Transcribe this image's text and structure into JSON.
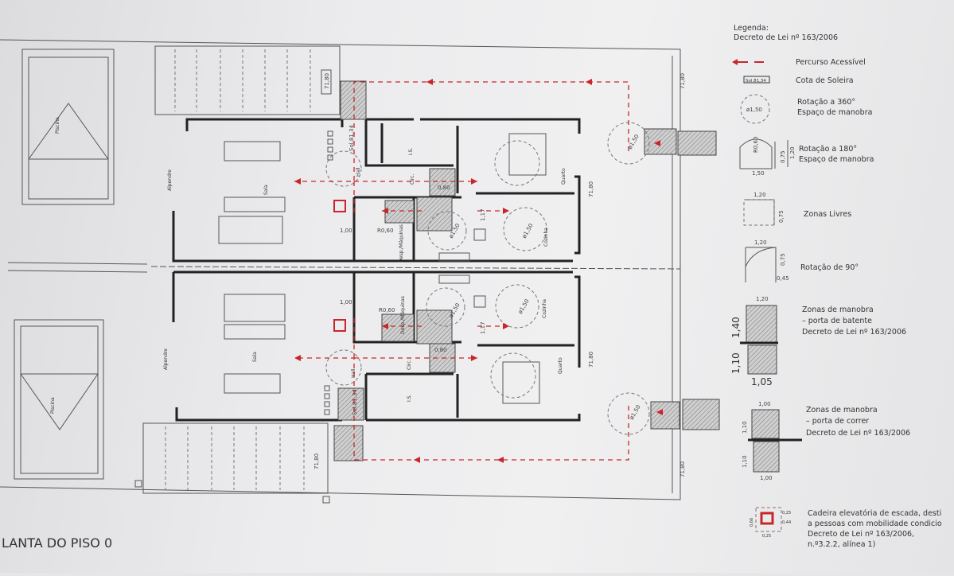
{
  "title": "LANTA DO PISO 0",
  "legend": {
    "heading": "Legenda:",
    "decree": "Decreto de Lei nº 163/2006",
    "items": [
      {
        "icon": "red-arrow-dashed-icon",
        "label": "Percurso Acessível"
      },
      {
        "icon": "soleira-tag-icon",
        "tag": "Sol.81,34",
        "label": "Cota de Soleira"
      },
      {
        "icon": "rotation-360-circle-icon",
        "dim": "ø1,50",
        "label": "Rotação a 360°",
        "sub": "Espaço de manobra"
      },
      {
        "icon": "rotation-180-icon",
        "dims": [
          "R0,60",
          "0,75",
          "1,20",
          "1,50"
        ],
        "label": "Rotação a 180°",
        "sub": "Espaço de manobra"
      },
      {
        "icon": "free-zone-icon",
        "dims": [
          "1,20",
          "0,75"
        ],
        "label": "Zonas Livres"
      },
      {
        "icon": "rotation-90-icon",
        "dims": [
          "1,20",
          "0,75",
          "0,45"
        ],
        "label": "Rotação de 90°"
      },
      {
        "icon": "hinged-door-zone-icon",
        "dims": [
          "1,20",
          "1,40",
          "1,10",
          "1,05"
        ],
        "label": "Zonas de manobra",
        "sub": "– porta de batente",
        "sub2": "Decreto de Lei nº 163/2006"
      },
      {
        "icon": "sliding-door-zone-icon",
        "dims": [
          "1,00",
          "1,10",
          "1,10",
          "1,00"
        ],
        "label": "Zonas de manobra",
        "sub": "– porta de correr",
        "sub2": "Decreto de Lei nº 163/2006"
      },
      {
        "icon": "stair-lift-chair-icon",
        "dims": [
          "0,66",
          "0,25",
          "0,44",
          "0,25"
        ],
        "label": "Cadeira elevatória de escada, desti",
        "sub": "a pessoas com mobilidade condicio",
        "sub2": "Decreto de Lei nº 163/2006,",
        "sub3": "n.º3.2.2, alínea 1)"
      }
    ]
  },
  "plan": {
    "pool": "Piscina",
    "porch": "Alpendre",
    "living": "Sala",
    "hall": "Hall",
    "circ": "Circ.",
    "wc": "I.S.",
    "storage": "Desp./Máquinas",
    "kitchen": "Cozinha",
    "bedroom": "Quarto",
    "level": "71,80",
    "soleira": "Sol.81,34",
    "dims": {
      "d100": "1,00",
      "d110": "1,10",
      "r060": "R0,60",
      "d150": "ø1,50",
      "d117": "1,17",
      "d080": "0,80"
    }
  },
  "colors": {
    "route": "#c8262a",
    "paper": "#ececee",
    "ink": "#222222"
  }
}
